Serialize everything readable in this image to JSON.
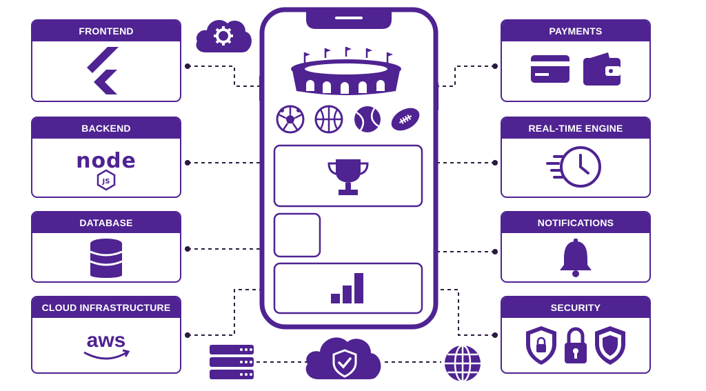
{
  "brand_color": "#4f2391",
  "cards_left": [
    {
      "title": "FRONTEND",
      "icon": "flutter-logo-icon"
    },
    {
      "title": "BACKEND",
      "icon": "nodejs-logo-icon",
      "logo_text": "node",
      "logo_badge": "JS"
    },
    {
      "title": "DATABASE",
      "icon": "database-icon"
    },
    {
      "title": "CLOUD INFRASTRUCTURE",
      "icon": "aws-logo-icon",
      "logo_text": "aws"
    }
  ],
  "cards_right": [
    {
      "title": "PAYMENTS",
      "icons": [
        "credit-card-icon",
        "wallet-icon"
      ]
    },
    {
      "title": "REAL-TIME ENGINE",
      "icons": [
        "fast-clock-icon"
      ]
    },
    {
      "title": "NOTIFICATIONS",
      "icons": [
        "bell-icon"
      ]
    },
    {
      "title": "SECURITY",
      "icons": [
        "shield-lock-icon",
        "padlock-icon",
        "shield-icon"
      ]
    }
  ],
  "phone": {
    "icons": [
      "stadium-icon",
      "soccer-ball-icon",
      "basketball-icon",
      "tennis-ball-icon",
      "football-icon",
      "trophy-icon",
      "bar-chart-icon"
    ]
  },
  "top_icon": "cloud-gear-icon",
  "bottom_icons": [
    "server-stack-icon",
    "cloud-shield-icon",
    "globe-icon"
  ]
}
